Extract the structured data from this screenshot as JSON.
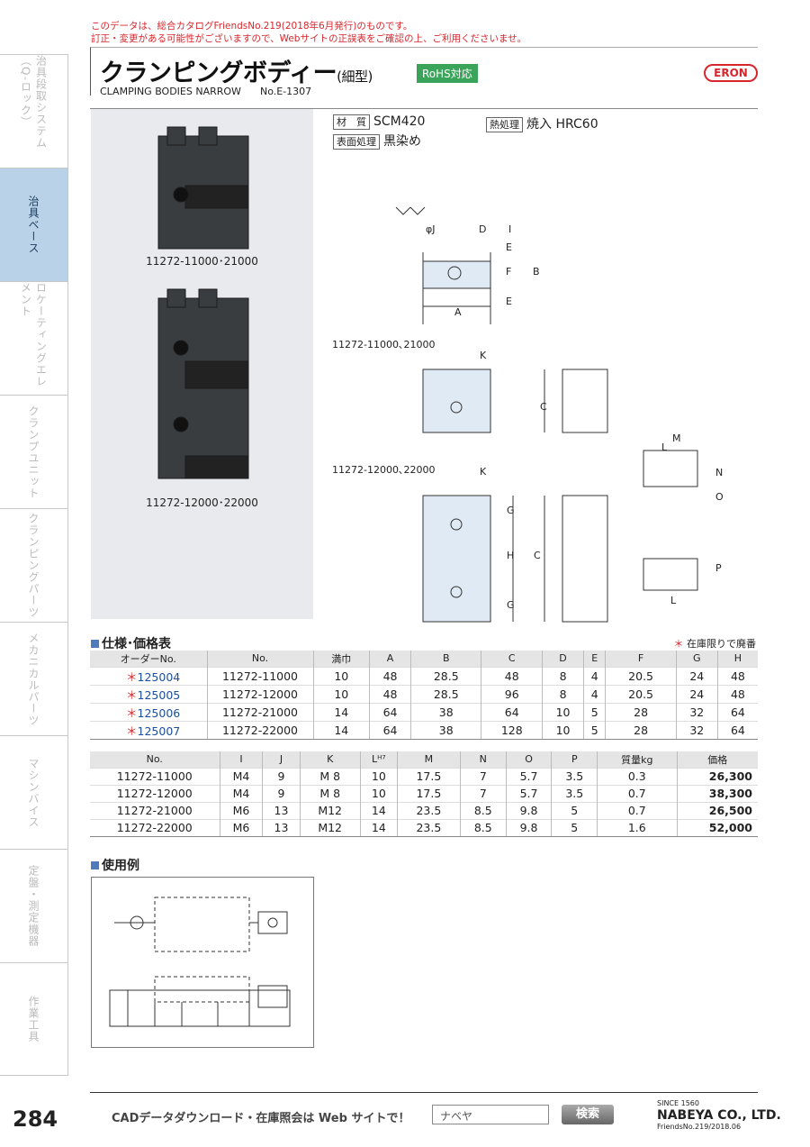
{
  "notice": {
    "line1": "このデータは、総合カタログFriendsNo.219(2018年6月発行)のものです。",
    "line2": "訂正・変更がある可能性がございますので、Webサイトの正誤表をご確認の上、ご利用くださいませ。"
  },
  "sidebar": {
    "items": [
      {
        "label": "治具段取システム（Q-ロック）"
      },
      {
        "label": "治具ベース"
      },
      {
        "label": "ロケーティングエレメント"
      },
      {
        "label": "クランプユニット"
      },
      {
        "label": "クランピングパーツ"
      },
      {
        "label": "メカニカルパーツ"
      },
      {
        "label": "マシンバイス"
      },
      {
        "label": "定盤・測定機器"
      },
      {
        "label": "作業工具"
      }
    ]
  },
  "header": {
    "title": "クランピングボディー",
    "title_sub": "(細型)",
    "rohs": "RoHS対応",
    "title_en": "CLAMPING BODIES NARROW",
    "catalog_no": "No.E-1307",
    "logo": "ERON"
  },
  "photos": {
    "caption1": "11272-11000･21000",
    "caption2": "11272-12000･22000"
  },
  "spec": {
    "material_label": "材　質",
    "material": "SCM420",
    "heat_label": "熱処理",
    "heat": "焼入 HRC60",
    "surface_label": "表面処理",
    "surface": "黒染め"
  },
  "drawing": {
    "label1": "11272-11000､21000",
    "label2": "11272-12000､22000",
    "phi_j": "φJ",
    "dims": [
      "D",
      "I",
      "E",
      "F",
      "B",
      "E",
      "A",
      "K",
      "C",
      "K",
      "G",
      "H",
      "G",
      "C",
      "M",
      "L",
      "N",
      "O",
      "P",
      "L"
    ]
  },
  "spec_table": {
    "section": "仕様･価格表",
    "note_star": "＊",
    "note": "在庫限りで廃番",
    "headers": [
      "オーダーNo.",
      "No.",
      "満巾",
      "A",
      "B",
      "C",
      "D",
      "E",
      "F",
      "G",
      "H"
    ],
    "rows": [
      [
        "125004",
        "11272-11000",
        "10",
        "48",
        "28.5",
        "48",
        "8",
        "4",
        "20.5",
        "24",
        "48"
      ],
      [
        "125005",
        "11272-12000",
        "10",
        "48",
        "28.5",
        "96",
        "8",
        "4",
        "20.5",
        "24",
        "48"
      ],
      [
        "125006",
        "11272-21000",
        "14",
        "64",
        "38",
        "64",
        "10",
        "5",
        "28",
        "32",
        "64"
      ],
      [
        "125007",
        "11272-22000",
        "14",
        "64",
        "38",
        "128",
        "10",
        "5",
        "28",
        "32",
        "64"
      ]
    ],
    "star": "＊"
  },
  "price_table": {
    "headers": [
      "No.",
      "I",
      "J",
      "K",
      "Lᴴ⁷",
      "M",
      "N",
      "O",
      "P",
      "質量kg",
      "価格"
    ],
    "rows": [
      [
        "11272-11000",
        "M4",
        "9",
        "M 8",
        "10",
        "17.5",
        "7",
        "5.7",
        "3.5",
        "0.3",
        "26,300"
      ],
      [
        "11272-12000",
        "M4",
        "9",
        "M 8",
        "10",
        "17.5",
        "7",
        "5.7",
        "3.5",
        "0.7",
        "38,300"
      ],
      [
        "11272-21000",
        "M6",
        "13",
        "M12",
        "14",
        "23.5",
        "8.5",
        "9.8",
        "5",
        "0.7",
        "26,500"
      ],
      [
        "11272-22000",
        "M6",
        "13",
        "M12",
        "14",
        "23.5",
        "8.5",
        "9.8",
        "5",
        "1.6",
        "52,000"
      ]
    ]
  },
  "usage": {
    "section": "使用例"
  },
  "footer": {
    "page": "284",
    "cad_text": "CADデータダウンロード・在庫照会は Web サイトで！",
    "search_value": "ナベヤ",
    "search_button": "検索",
    "since": "SINCE 1560",
    "company": "NABEYA CO., LTD.",
    "friends": "FriendsNo.219/2018.06"
  }
}
